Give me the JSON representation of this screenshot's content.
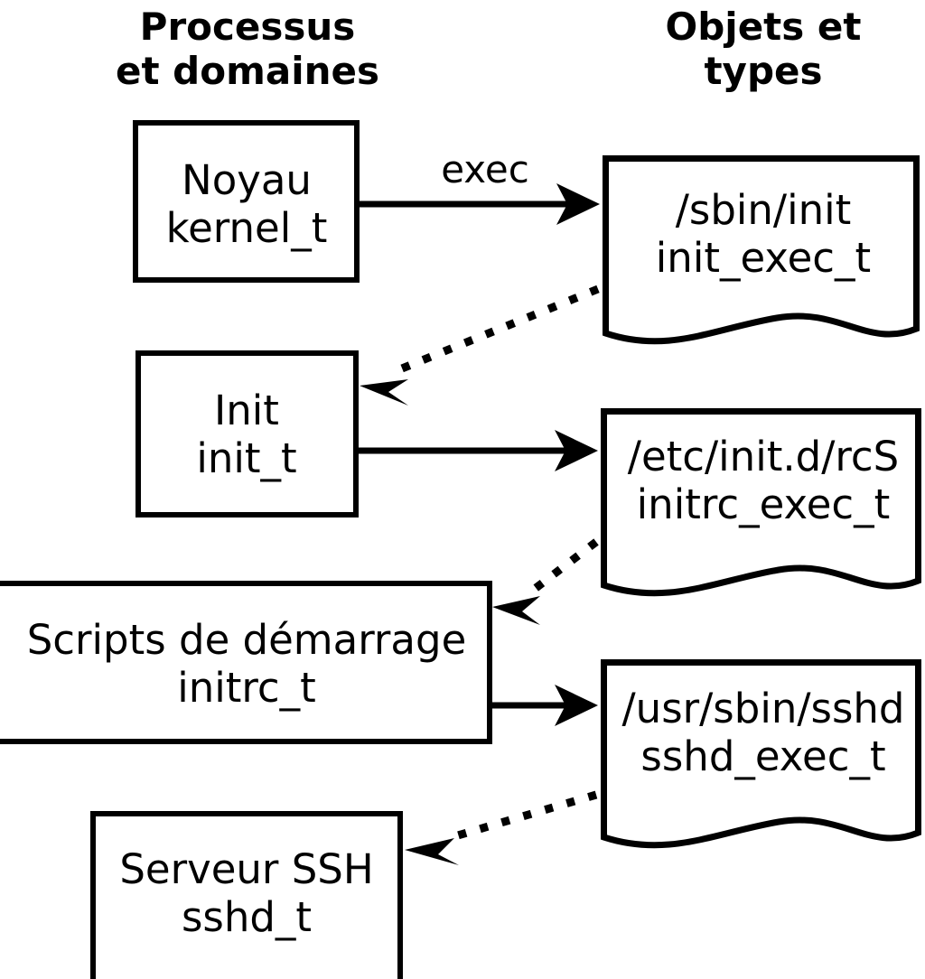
{
  "diagram": {
    "title_columns": [
      {
        "id": "processes",
        "line1": "Processus",
        "line2": "et domaines"
      },
      {
        "id": "objects",
        "line1": "Objets et",
        "line2": "types"
      }
    ],
    "process_nodes": [
      {
        "id": "kernel",
        "line1": "Noyau",
        "line2": "kernel_t"
      },
      {
        "id": "init",
        "line1": "Init",
        "line2": "init_t"
      },
      {
        "id": "initrc",
        "line1": "Scripts de démarrage",
        "line2": "initrc_t"
      },
      {
        "id": "sshd",
        "line1": "Serveur SSH",
        "line2": "sshd_t"
      }
    ],
    "object_nodes": [
      {
        "id": "init-exec",
        "line1": "/sbin/init",
        "line2": "init_exec_t"
      },
      {
        "id": "initrc-exec",
        "line1": "/etc/init.d/rcS",
        "line2": "initrc_exec_t"
      },
      {
        "id": "sshd-exec",
        "line1": "/usr/sbin/sshd",
        "line2": "sshd_exec_t"
      }
    ],
    "edges": [
      {
        "id": "kernel-exec-init-exec",
        "label": "exec",
        "style": "solid",
        "from": "kernel",
        "to": "init-exec"
      },
      {
        "id": "init-exec-transition-init",
        "label": "",
        "style": "dotted",
        "from": "init-exec",
        "to": "init"
      },
      {
        "id": "init-exec-initrc-exec",
        "label": "",
        "style": "solid",
        "from": "init",
        "to": "initrc-exec"
      },
      {
        "id": "initrc-exec-transition-initrc",
        "label": "",
        "style": "dotted",
        "from": "initrc-exec",
        "to": "initrc"
      },
      {
        "id": "initrc-exec-sshd-exec",
        "label": "",
        "style": "solid",
        "from": "initrc",
        "to": "sshd-exec"
      },
      {
        "id": "sshd-exec-transition-sshd",
        "label": "",
        "style": "dotted",
        "from": "sshd-exec",
        "to": "sshd"
      }
    ],
    "colors": {
      "background": "#ffffff",
      "stroke": "#000000",
      "text": "#000000"
    }
  }
}
